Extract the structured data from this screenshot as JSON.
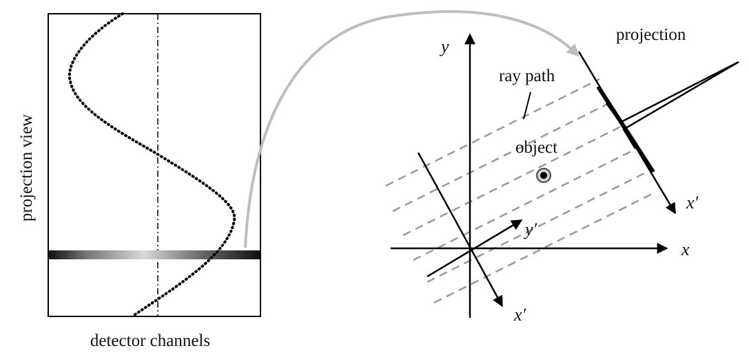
{
  "colors": {
    "ink": "#000000",
    "ray": "#999999",
    "arrow": "#bdbdbd",
    "band_dark": "#111111",
    "band_light": "#d8d8d8"
  },
  "sinogram": {
    "xlabel": "detector channels",
    "ylabel": "projection view"
  },
  "geometry_diagram": {
    "axis_x": "x",
    "axis_y": "y",
    "axis_x_prime_lower": "x′",
    "axis_y_prime": "y′",
    "axis_x_prime_upper": "x′",
    "projection_label": "projection",
    "ray_path_label": "ray path",
    "object_label": "object"
  }
}
